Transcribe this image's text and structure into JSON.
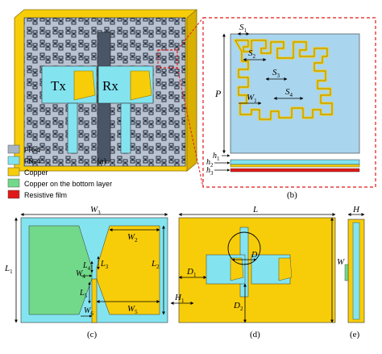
{
  "colors": {
    "fr4_dark": "#a8b4c6",
    "fr4_light": "#83e4f0",
    "copper": "#f7cd0a",
    "copper_bottom": "#72d98a",
    "resistive": "#e01818",
    "dash_red": "#e01818"
  },
  "panel_a": {
    "tx": "Tx",
    "rx": "Rx",
    "label": "(a)"
  },
  "legend": [
    {
      "name": "FR-4",
      "color_key": "fr4_dark"
    },
    {
      "name": "FR-4",
      "color_key": "fr4_light"
    },
    {
      "name": "Copper",
      "color_key": "copper"
    },
    {
      "name": "Copper on the bottom layer",
      "color_key": "copper_bottom"
    },
    {
      "name": "Resistive film",
      "color_key": "resistive"
    }
  ],
  "panel_b": {
    "label": "(b)",
    "s1": "S",
    "s1_sub": "1",
    "s2": "S",
    "s2_sub": "2",
    "s3": "S",
    "s3_sub": "3",
    "s4": "S",
    "s4_sub": "4",
    "w1": "W",
    "w1_sub": "1",
    "p": "P",
    "h1": "h",
    "h1_sub": "1",
    "h2": "h",
    "h2_sub": "2",
    "h3": "h",
    "h3_sub": "3"
  },
  "panel_c": {
    "label": "(c)",
    "w3": "W",
    "w3_sub": "3",
    "l1": "L",
    "l1_sub": "1",
    "w2": "W",
    "w2_sub": "2",
    "l2": "L",
    "l2_sub": "2",
    "l3": "L",
    "l3_sub": "3",
    "l4": "L",
    "l4_sub": "4",
    "w4": "W",
    "w4_sub": "4",
    "w5": "W",
    "w5_sub": "5",
    "l5": "L",
    "l5_sub": "5",
    "w6": "W",
    "w6_sub": "6"
  },
  "panel_d": {
    "label": "(d)",
    "l": "L",
    "w": "W",
    "d": "D",
    "d1": "D",
    "d1_sub": "1",
    "d2": "D",
    "d2_sub": "2",
    "h1": "H",
    "h1_sub": "1"
  },
  "panel_e": {
    "label": "(e)",
    "h": "H"
  }
}
